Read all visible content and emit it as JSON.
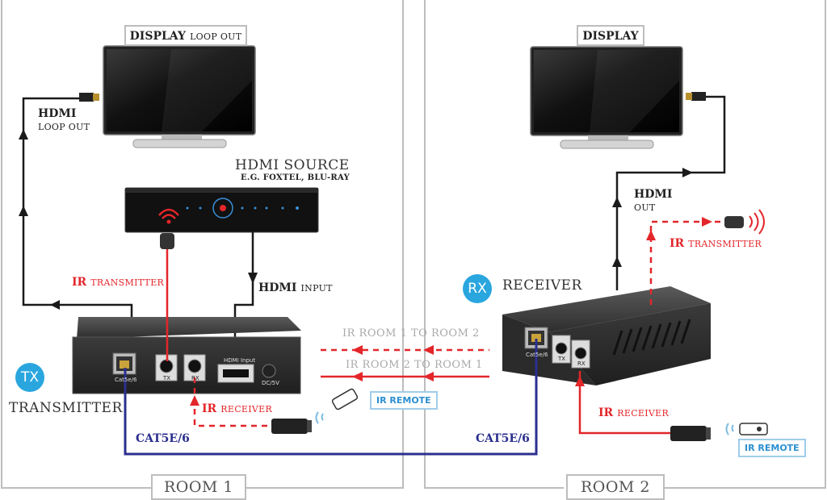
{
  "rooms": {
    "room1": "ROOM 1",
    "room2": "ROOM 2"
  },
  "tx": {
    "badge": "TX",
    "name": "TRANSMITTER",
    "port_rj45": "Cat5e/6",
    "port_tx": "TX",
    "port_rx": "RX",
    "port_hdmi": "HDMI Input",
    "port_dc": "DC/5V"
  },
  "rx": {
    "badge": "RX",
    "name": "RECEIVER",
    "port_rj45": "Cat5e/6",
    "port_tx": "TX",
    "port_rx": "RX"
  },
  "display_loop": {
    "bold": "DISPLAY",
    "rest": "LOOP OUT"
  },
  "display_rx": {
    "bold": "DISPLAY"
  },
  "hdmi_loop": {
    "bold": "HDMI",
    "rest": "LOOP OUT"
  },
  "hdmi_out": {
    "bold": "HDMI",
    "rest": "OUT"
  },
  "hdmi_input": {
    "bold": "HDMI",
    "rest": "INPUT"
  },
  "source": {
    "title": "HDMI SOURCE",
    "sub": "E.G. FOXTEL, BLU-RAY"
  },
  "ir_tx_left": {
    "bold": "IR",
    "rest": "TRANSMITTER"
  },
  "ir_tx_right": {
    "bold": "IR",
    "rest": "TRANSMITTER"
  },
  "ir_rx_left": {
    "bold": "IR",
    "rest": "RECEIVER"
  },
  "ir_rx_right": {
    "bold": "IR",
    "rest": "RECEIVER"
  },
  "ir_room1_to_2": "IR ROOM 1 TO ROOM 2",
  "ir_room2_to_1": "IR ROOM 2 TO ROOM 1",
  "ir_remote_left": "IR REMOTE",
  "ir_remote_right": "IR REMOTE",
  "cable_left": "CAT5E/6",
  "cable_right": "CAT5E/6",
  "colors": {
    "red": "#e3262a",
    "blue": "#2b2f8f",
    "badge": "#2aa6df",
    "black": "#1a1a1a"
  }
}
